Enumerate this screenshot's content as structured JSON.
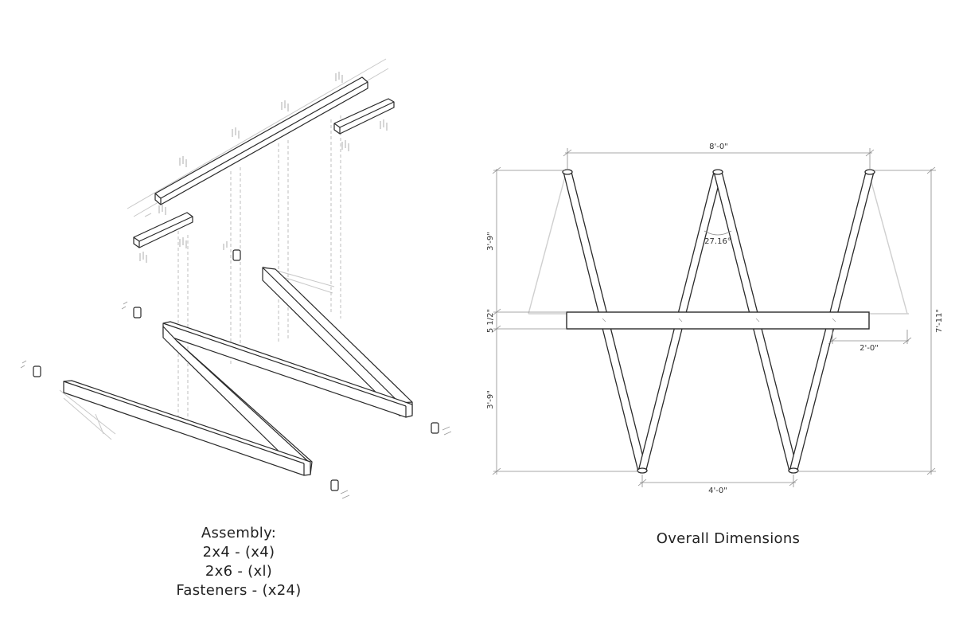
{
  "assembly": {
    "heading": "Assembly:",
    "items": [
      "2x4 - (x4)",
      "2x6 - (xl)",
      "Fasteners - (x24)"
    ]
  },
  "overall": {
    "heading": "Overall Dimensions",
    "dimensions": {
      "top_span": "8'-0\"",
      "upper_height": "3'-9\"",
      "beam_depth": "5 1/2\"",
      "lower_height": "3'-9\"",
      "total_height": "7'-11\"",
      "bottom_span": "4'-0\"",
      "overhang": "2'-0\"",
      "angle": "27.16°"
    }
  },
  "colors": {
    "line": "#2a2a2a",
    "light": "#c4c4c4",
    "dim": "#8a8a8a"
  }
}
